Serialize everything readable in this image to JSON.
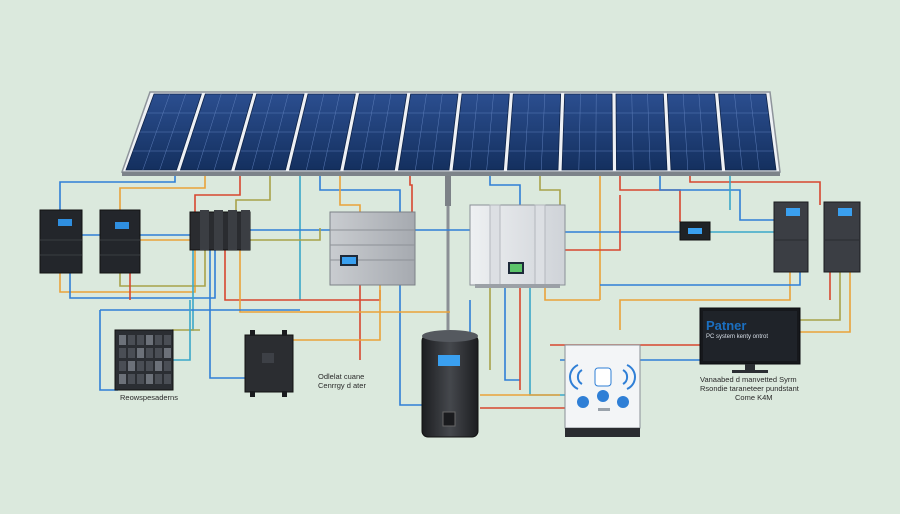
{
  "colors": {
    "background": "#dbe9dd",
    "panel_blue": "#1f3d7a",
    "wire_blue": "#2f7fd6",
    "wire_orange": "#e9a23a",
    "wire_red": "#d8472f",
    "wire_olive": "#a8a24a",
    "wire_cyan": "#3aa7c9"
  },
  "labels": {
    "monitor_title": "Patner",
    "monitor_subtitle": "PC system kenty ontrot",
    "monitor_caption_1": "Vanaabed d manvetted Syrm",
    "monitor_caption_2": "Rsondie taraneteer pundstant",
    "monitor_caption_3": "Come K4M",
    "charger_caption_1": "Odlelat cuane",
    "charger_caption_2": "Cenrrgy d ater",
    "breaker_caption": "Reowspesaderns"
  },
  "icons": [
    "solar-array",
    "battery-cabinet",
    "breaker-block",
    "inverter",
    "distribution-box",
    "smart-meter",
    "charge-controller",
    "home-battery",
    "control-panel",
    "monitor"
  ]
}
